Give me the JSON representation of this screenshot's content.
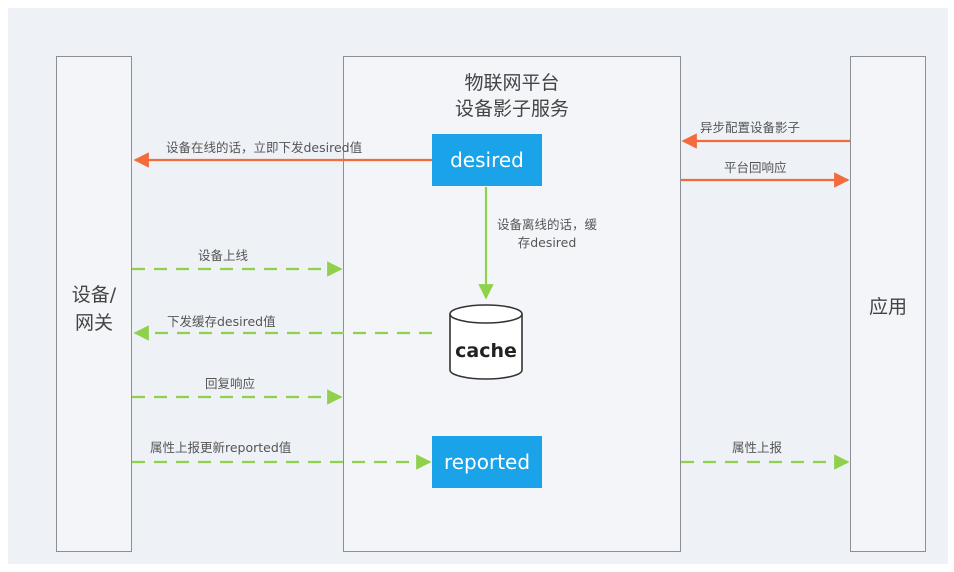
{
  "colors": {
    "orange": "#f36a3b",
    "green": "#8fd14a",
    "box_blue": "#1aa3e8",
    "panel_border": "#8c8f96"
  },
  "device": {
    "label": "设备/\n网关"
  },
  "platform": {
    "title_line1": "物联网平台",
    "title_line2": "设备影子服务"
  },
  "app": {
    "label": "应用"
  },
  "boxes": {
    "desired": "desired",
    "reported": "reported",
    "cache": "cache"
  },
  "flows": {
    "online_push": "设备在线的话，立即下发desired值",
    "offline_cache": "设备离线的话，缓\n存desired",
    "device_online": "设备上线",
    "push_cached": "下发缓存desired值",
    "reply": "回复响应",
    "report_update": "属性上报更新reported值",
    "async_config": "异步配置设备影子",
    "platform_reply": "平台回响应",
    "property_report": "属性上报"
  }
}
